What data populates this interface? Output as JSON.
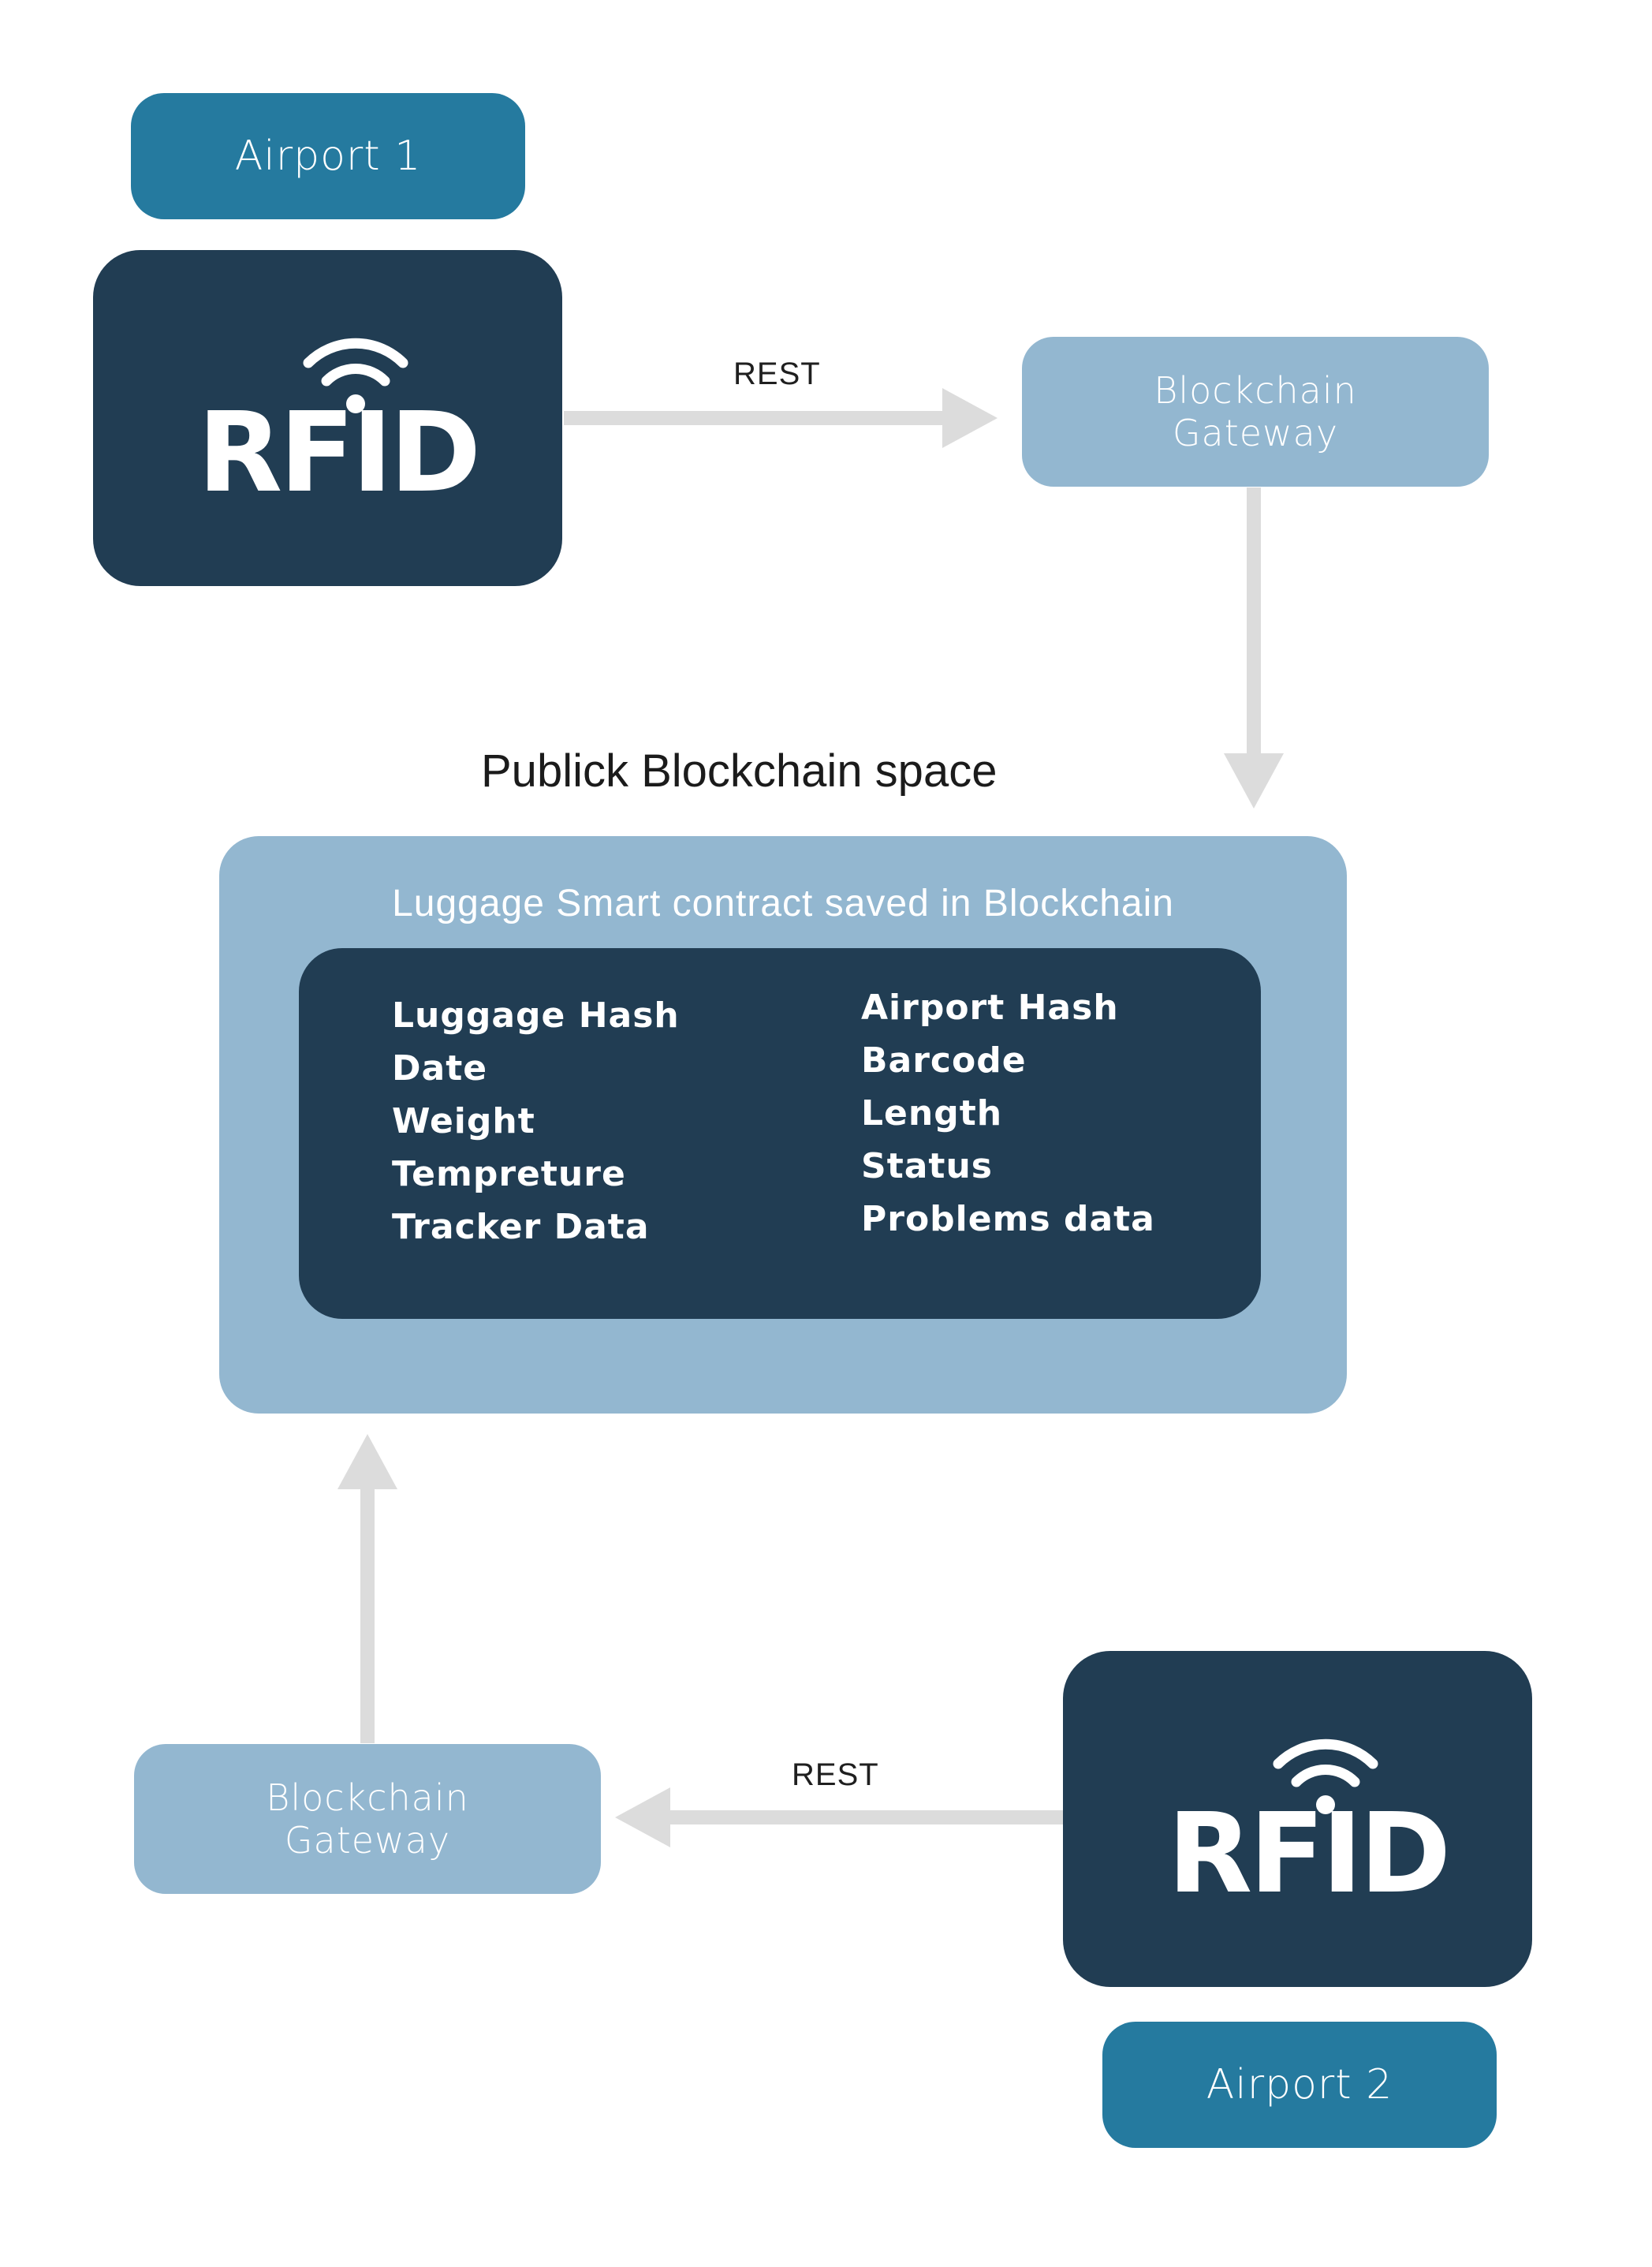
{
  "airport1": {
    "label": "Airport 1"
  },
  "airport2": {
    "label": "Airport 2"
  },
  "rfid1": {
    "text": "RFID",
    "icon": "wifi-signal-icon"
  },
  "rfid2": {
    "text": "RFID",
    "icon": "wifi-signal-icon"
  },
  "gateway_top": {
    "line1": "Blockchain",
    "line2": "Gateway"
  },
  "gateway_bottom": {
    "line1": "Blockchain",
    "line2": "Gateway"
  },
  "rest_top": "REST",
  "rest_bottom": "REST",
  "space_title": "Publick Blockchain space",
  "contract": {
    "title": "Luggage Smart contract saved in Blockchain",
    "left_fields": [
      "Luggage Hash",
      "Date",
      "Weight",
      "Tempreture",
      "Tracker Data"
    ],
    "right_fields": [
      "Airport Hash",
      "Barcode",
      "Length",
      "Status",
      "Problems data"
    ]
  },
  "colors": {
    "airport": "#257a9f",
    "rfid_box": "#213d53",
    "gateway": "#93b7d0",
    "contract": "#93b7d0",
    "inner": "#213d53",
    "arrow": "#dcdcdc"
  }
}
